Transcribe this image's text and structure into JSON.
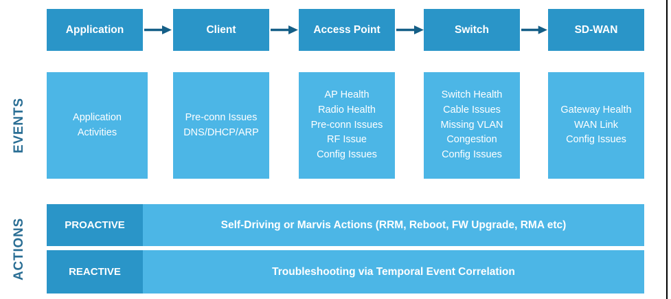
{
  "colors": {
    "node_blue": "#2a95c8",
    "event_light_blue": "#4cb6e6",
    "section_label_teal": "#2a6e94",
    "arrow_teal": "#155f87",
    "text_on_boxes": "#ffffff",
    "edge_line": "#000000"
  },
  "flow": {
    "nodes": [
      {
        "label": "Application"
      },
      {
        "label": "Client"
      },
      {
        "label": "Access Point"
      },
      {
        "label": "Switch"
      },
      {
        "label": "SD-WAN"
      }
    ]
  },
  "events": {
    "section_label": "EVENTS",
    "columns": [
      {
        "lines": [
          "Application",
          "Activities"
        ]
      },
      {
        "lines": [
          "Pre-conn Issues",
          "DNS/DHCP/ARP"
        ]
      },
      {
        "lines": [
          "AP Health",
          "Radio Health",
          "Pre-conn Issues",
          "RF Issue",
          "Config Issues"
        ]
      },
      {
        "lines": [
          "Switch Health",
          "Cable Issues",
          "Missing VLAN",
          "Congestion",
          "Config Issues"
        ]
      },
      {
        "lines": [
          "Gateway Health",
          "WAN Link",
          "Config Issues"
        ]
      }
    ]
  },
  "actions": {
    "section_label": "ACTIONS",
    "rows": [
      {
        "label": "PROACTIVE",
        "description": "Self-Driving or Marvis Actions (RRM, Reboot, FW Upgrade, RMA etc)"
      },
      {
        "label": "REACTIVE",
        "description": "Troubleshooting via Temporal Event Correlation"
      }
    ]
  }
}
